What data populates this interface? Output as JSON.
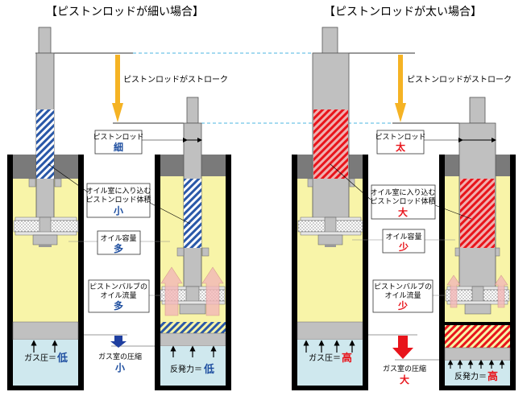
{
  "left": {
    "title": "【ピストンロッドが細い場合】",
    "stroke_label": "ピストンロッドがストローク",
    "rod_label": "ピストンロッド",
    "rod_value": "細",
    "volume_label_1": "オイル室に入り込む",
    "volume_label_2": "ピストンロッド体積",
    "volume_value": "小",
    "oil_label": "オイル容量",
    "oil_value": "多",
    "flow_label_1": "ピストンバルブの",
    "flow_label_2": "オイル流量",
    "flow_value": "多",
    "gas_label": "ガス圧＝",
    "gas_value": "低",
    "compress_label": "ガス室の圧縮",
    "compress_value": "小",
    "reaction_label": "反発力＝",
    "reaction_value": "低",
    "accent": "#1f4fa0"
  },
  "right": {
    "title": "【ピストンロッドが太い場合】",
    "stroke_label": "ピストンロッドがストローク",
    "rod_label": "ピストンロッド",
    "rod_value": "太",
    "volume_label_1": "オイル室に入り込む",
    "volume_label_2": "ピストンロッド体積",
    "volume_value": "大",
    "oil_label": "オイル容量",
    "oil_value": "少",
    "flow_label_1": "ピストンバルブの",
    "flow_label_2": "オイル流量",
    "flow_value": "少",
    "gas_label": "ガス圧＝",
    "gas_value": "高",
    "compress_label": "ガス室の圧縮",
    "compress_value": "大",
    "reaction_label": "反発力＝",
    "reaction_value": "高",
    "accent": "#e8141b"
  },
  "colors": {
    "oil": "#f8f4a8",
    "gas": "#cfe8ee",
    "rod": "#c0c0c0",
    "seal": "#7a7a7a",
    "stroke_arrow": "#f5b324",
    "flow_arrow": "#f3b7b7",
    "guide_line": "#4bb4e0"
  }
}
